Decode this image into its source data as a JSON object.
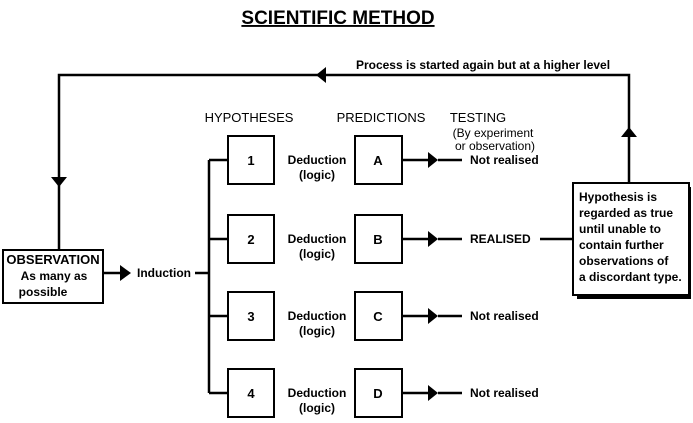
{
  "title": "SCIENTIFIC METHOD",
  "loop_label": "Process is started again but at a higher level",
  "headers": {
    "hypotheses": "HYPOTHESES",
    "predictions": "PREDICTIONS",
    "testing": "TESTING",
    "testing_sub_1": "(By experiment",
    "testing_sub_2": "or observation)"
  },
  "observation": {
    "title": "OBSERVATION",
    "line1": "As many as",
    "line2": "possible"
  },
  "induction_label": "Induction",
  "deduction_label": "Deduction",
  "logic_label": "(logic)",
  "branches": [
    {
      "hypothesis": "1",
      "prediction": "A",
      "result": "Not realised"
    },
    {
      "hypothesis": "2",
      "prediction": "B",
      "result": "REALISED"
    },
    {
      "hypothesis": "3",
      "prediction": "C",
      "result": "Not realised"
    },
    {
      "hypothesis": "4",
      "prediction": "D",
      "result": "Not realised"
    }
  ],
  "conclusion": {
    "line1": "Hypothesis is",
    "line2": "regarded as true",
    "line3": "until unable to",
    "line4": "contain further",
    "line5": "observations of",
    "line6": "a discordant type."
  }
}
